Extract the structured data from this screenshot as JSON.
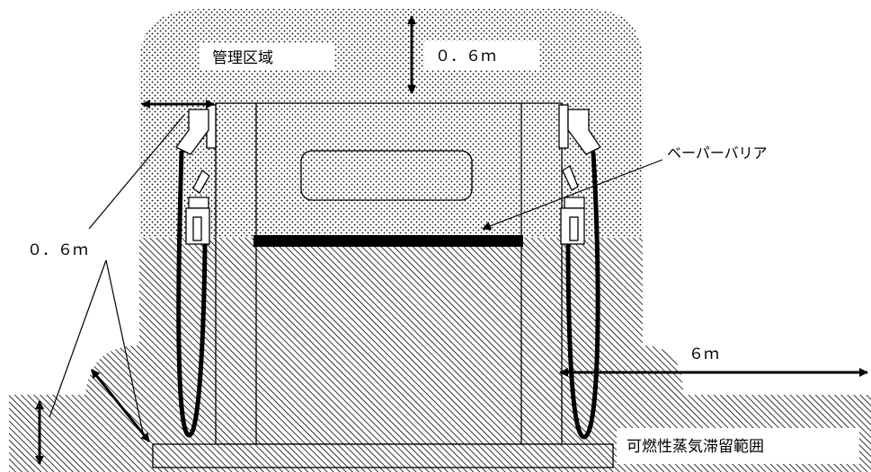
{
  "labels": {
    "management_area": "管理区域",
    "top_clearance": "０．６ｍ",
    "side_clearance": "０．６ｍ",
    "vapor_barrier": "ベーパーバリア",
    "ground_distance": "６ｍ",
    "flammable_vapor_zone": "可燃性蒸気滞留範囲"
  },
  "colors": {
    "stroke": "#000000",
    "background": "#ffffff",
    "dot_pattern": "#000000",
    "hatch_pattern": "#000000"
  }
}
